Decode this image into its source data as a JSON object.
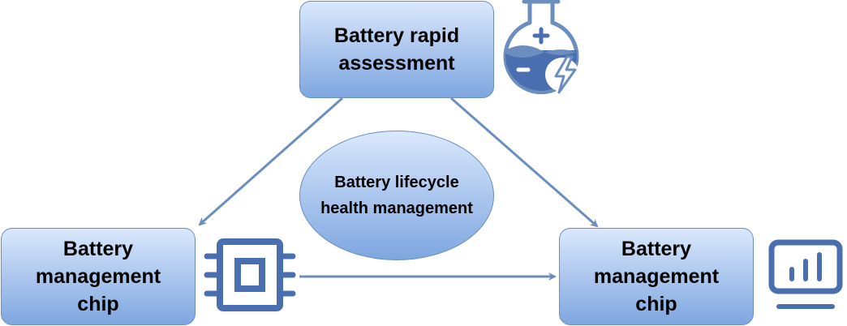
{
  "nodes": {
    "top": {
      "label": "Battery rapid\nassessment"
    },
    "left": {
      "label": "Battery\nmanagement\nchip"
    },
    "right": {
      "label": "Battery\nmanagement\nchip"
    },
    "center": {
      "label": "Battery lifecycle\nhealth management"
    }
  },
  "icons": {
    "top": "battery-flask-icon",
    "left": "chip-icon",
    "right": "monitor-chart-icon"
  },
  "edges": [
    {
      "from": "top",
      "to": "left"
    },
    {
      "from": "top",
      "to": "right"
    },
    {
      "from": "left",
      "to": "right"
    }
  ],
  "colors": {
    "fill_top": "#dae8fc",
    "fill_bottom": "#7ea6e0",
    "stroke": "#6c8ebf",
    "icon": "#4a6fb0"
  }
}
